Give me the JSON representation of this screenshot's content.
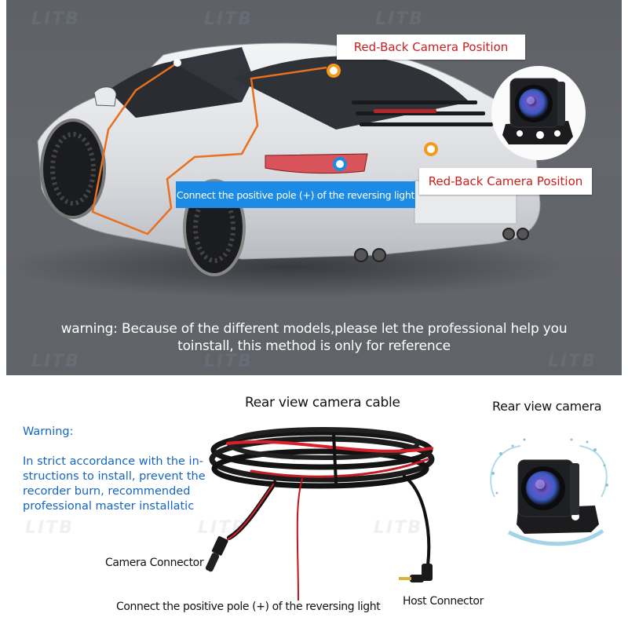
{
  "top_panel": {
    "background": "#606368",
    "callouts": {
      "top_camera_label": "Red-Back Camera Position",
      "bottom_camera_label": "Red-Back Camera Position",
      "reversing_light_label": "Connect the positive pole (+) of the reversing light"
    },
    "marker_colors": {
      "camera": "#f39a1e",
      "reversing": "#1b8be6",
      "wire": "#e8701f"
    },
    "warning_line1": "warning: Because of the different models,please let the professional help you",
    "warning_line2": "toinstall, this method is only for reference",
    "watermark": "LITB"
  },
  "bottom_panel": {
    "warning_title": "Warning:",
    "warning_body": "In strict accordance with the in-\nstructions to install, prevent the\nrecorder burn, recommended\nprofessional master installatic",
    "cable_title": "Rear view camera cable",
    "camera_title": "Rear view camera",
    "camera_connector_label": "Camera Connector",
    "host_connector_label": "Host Connector",
    "reversing_label": "Connect the positive pole (+) of the reversing light",
    "watermark": "LITB"
  }
}
